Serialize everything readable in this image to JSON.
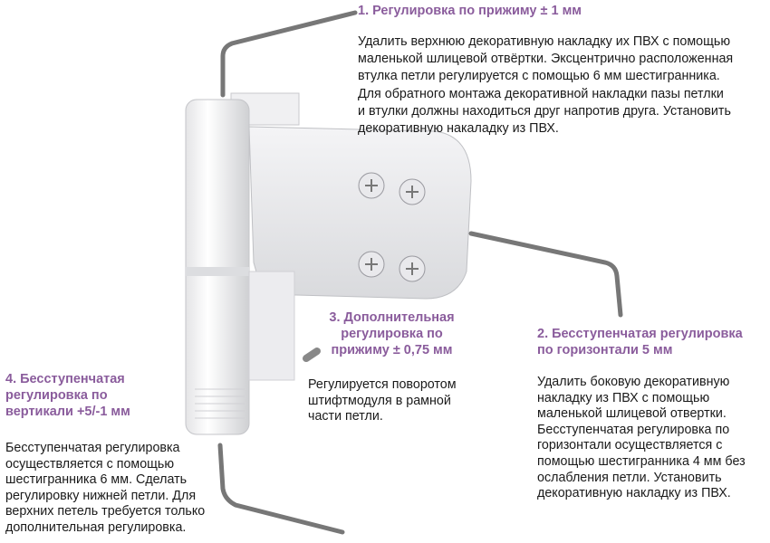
{
  "section1": {
    "heading": "1. Регулировка по прижиму ± 1 мм",
    "lines": [
      "Удалить верхнюю декоративную накладку их ПВХ с помощью",
      "маленькой шлицевой отвёртки. Эксцентрично расположенная",
      "втулка петли регулируется с помощью 6 мм шестигранника.",
      "Для обратного монтажа декоративной накладки пазы петлки",
      "и втулки должны находиться друг напротив друга. Установить",
      "декоративную накаладку из ПВХ."
    ]
  },
  "section2": {
    "heading": [
      "2. Бесступенчатая регулировка",
      "по горизонтали 5 мм"
    ],
    "lines": [
      "Удалить боковую декоративную",
      "накладку из ПВХ с помощью",
      "маленькой шлицевой отвертки.",
      "Бесступенчатая регулировка по",
      "горизонтали осуществляется с",
      "помощью шестигранника 4 мм без",
      "ослабления петли. Установить",
      "декоративную накладку из ПВХ."
    ]
  },
  "section3": {
    "heading": [
      "3. Дополнительная",
      "регулировка по",
      "прижиму ± 0,75 мм"
    ],
    "lines": [
      "Регулируется поворотом",
      "штифтмодуля в рамной",
      "части петли."
    ]
  },
  "section4": {
    "heading": [
      "4. Бесступенчатая",
      "регулировка по",
      "вертикали +5/-1 мм"
    ],
    "lines": [
      "Бесступенчатая регулировка",
      "осуществляется с помощью",
      "шестигранника 6 мм. Сделать",
      "регулировку нижней петли. Для",
      "верхних петель требуется только",
      "дополнительная регулировка."
    ]
  },
  "colors": {
    "heading": "#8a5c9c",
    "text": "#1a1a1a",
    "key": "#7a7a7a"
  }
}
